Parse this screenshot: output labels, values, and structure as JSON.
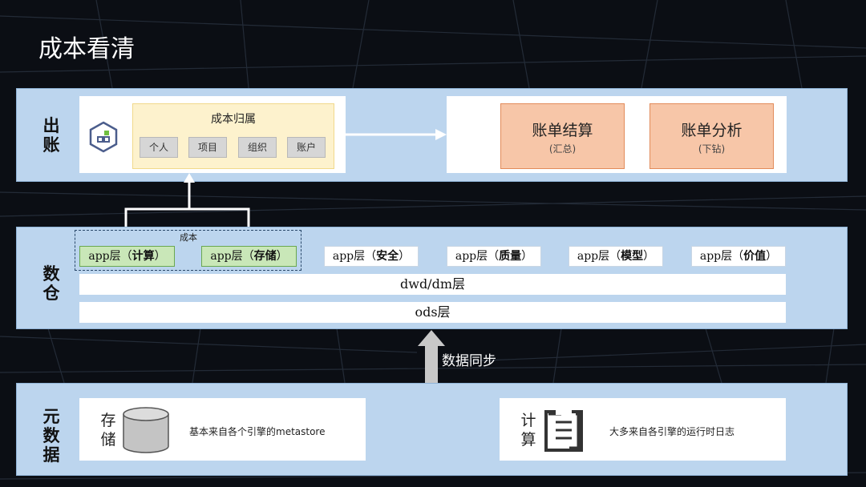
{
  "title": "成本看清",
  "chuzhang": {
    "label": "出账",
    "cost_attribution": {
      "title": "成本归属",
      "tags": [
        "个人",
        "项目",
        "组织",
        "账户"
      ]
    },
    "bill_settle": {
      "title": "账单结算",
      "subtitle": "(汇总)"
    },
    "bill_analysis": {
      "title": "账单分析",
      "subtitle": "(下钻)"
    }
  },
  "shucang": {
    "label": "数仓",
    "cost_group_label": "成本",
    "apps": [
      {
        "prefix": "app层（",
        "name": "计算",
        "suffix": "）",
        "highlight": true
      },
      {
        "prefix": "app层（",
        "name": "存储",
        "suffix": "）",
        "highlight": true
      },
      {
        "prefix": "app层（",
        "name": "安全",
        "suffix": "）",
        "highlight": false
      },
      {
        "prefix": "app层（",
        "name": "质量",
        "suffix": "）",
        "highlight": false
      },
      {
        "prefix": "app层（",
        "name": "模型",
        "suffix": "）",
        "highlight": false
      },
      {
        "prefix": "app层（",
        "name": "价值",
        "suffix": "）",
        "highlight": false
      }
    ],
    "dwd_layer": "dwd/dm层",
    "ods_layer": "ods层"
  },
  "sync_label": "数据同步",
  "metadata": {
    "label": "元数据",
    "storage": {
      "side": "存储",
      "desc": "基本来自各个引擎的metastore",
      "icon": "database-icon"
    },
    "compute": {
      "side": "计算",
      "desc": "大多来自各引擎的运行时日志",
      "icon": "document-list-icon"
    }
  }
}
